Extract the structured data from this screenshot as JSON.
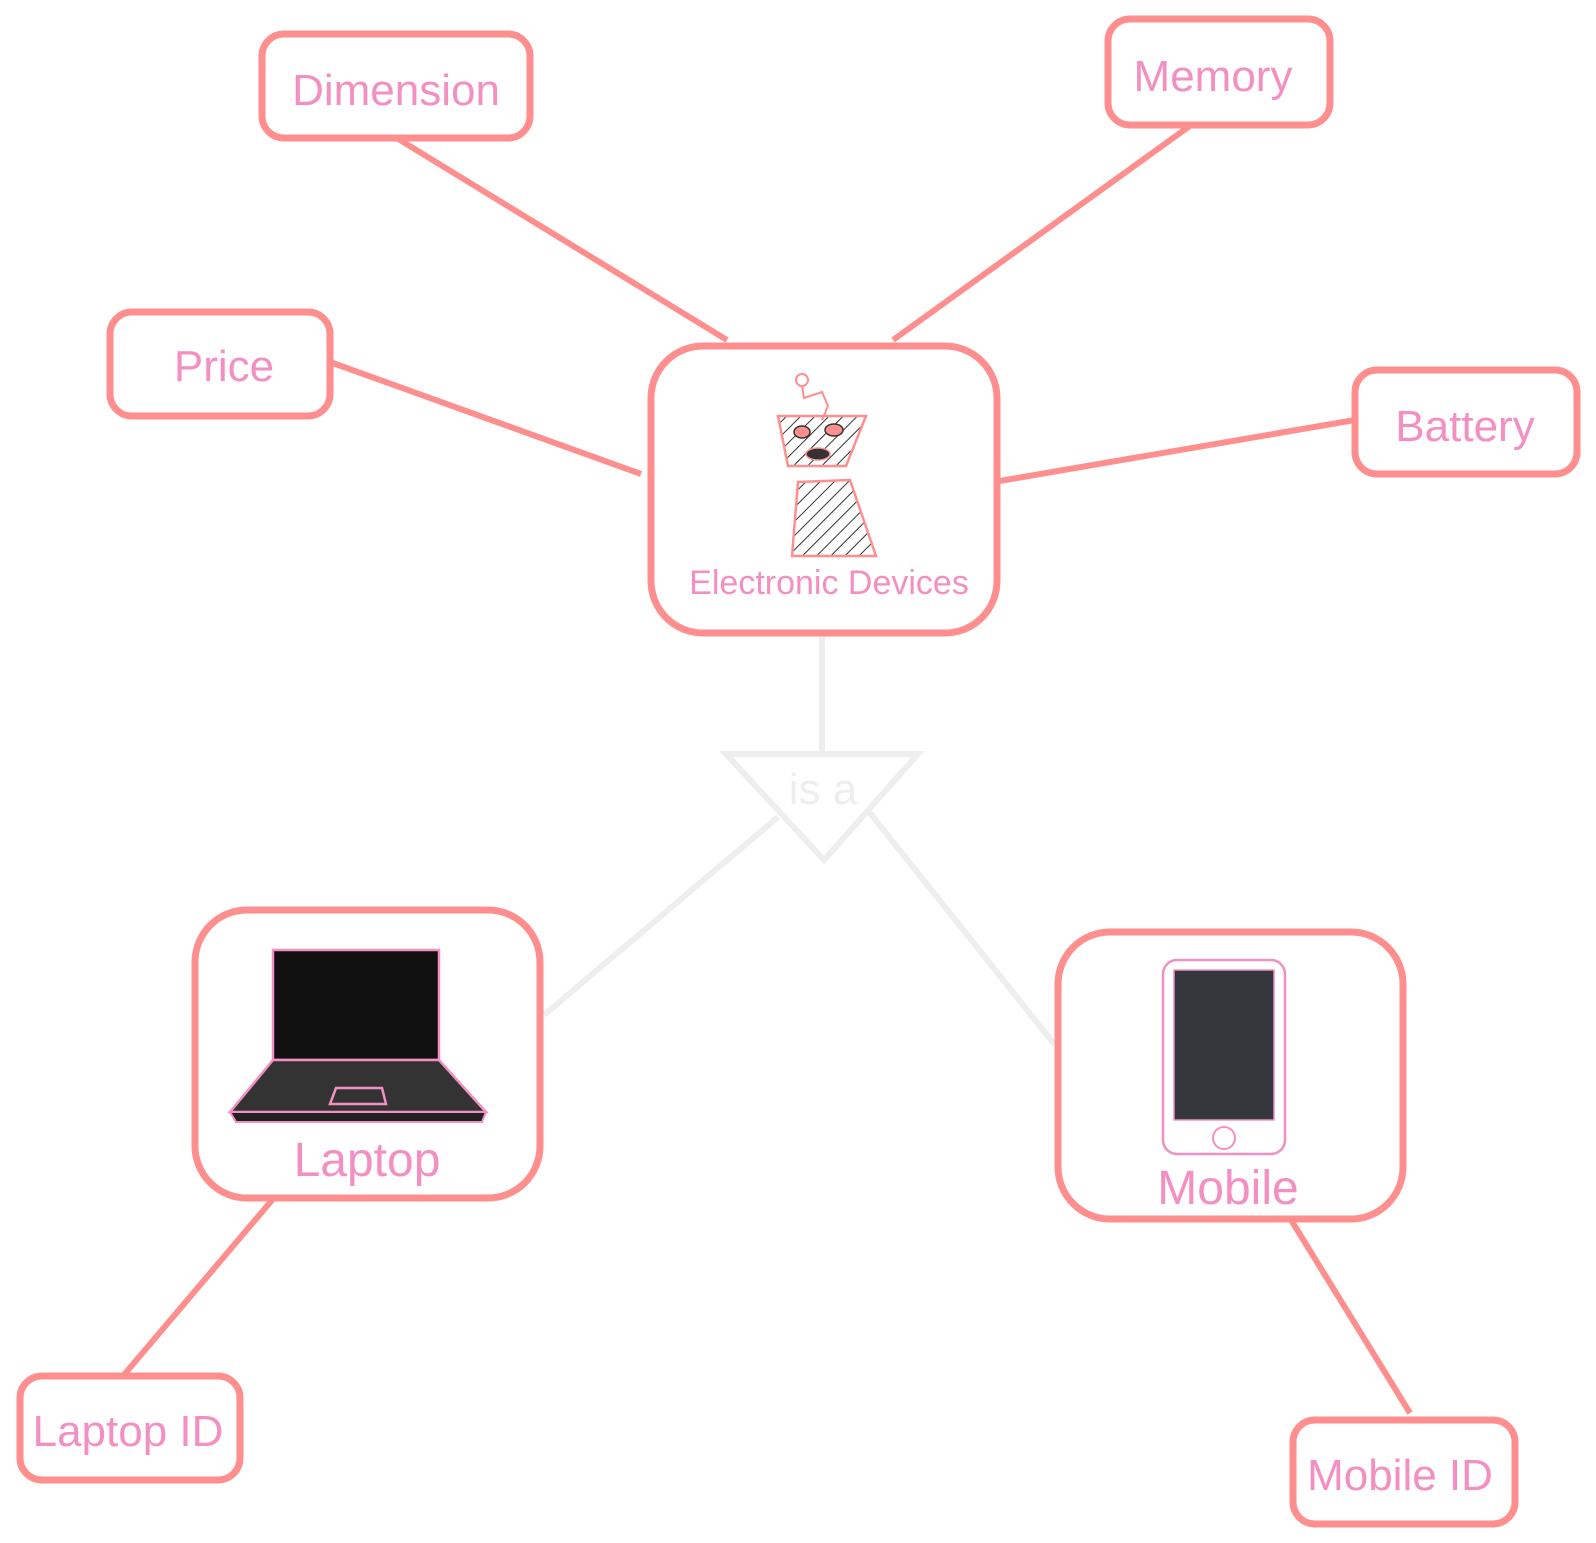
{
  "colors": {
    "accent": "#FF8F8F",
    "label": "#F48FC2",
    "isa": "#EEEEEE",
    "icon_fill": "#333333"
  },
  "entities": {
    "electronic_devices": {
      "label": "Electronic Devices",
      "icon": "robot-figure-icon"
    },
    "laptop": {
      "label": "Laptop",
      "icon": "laptop-icon"
    },
    "mobile": {
      "label": "Mobile",
      "icon": "mobile-phone-icon"
    }
  },
  "attributes": {
    "dimension": "Dimension",
    "memory": "Memory",
    "price": "Price",
    "battery": "Battery",
    "laptop_id": "Laptop ID",
    "mobile_id": "Mobile ID"
  },
  "isa": {
    "label": "is a"
  }
}
